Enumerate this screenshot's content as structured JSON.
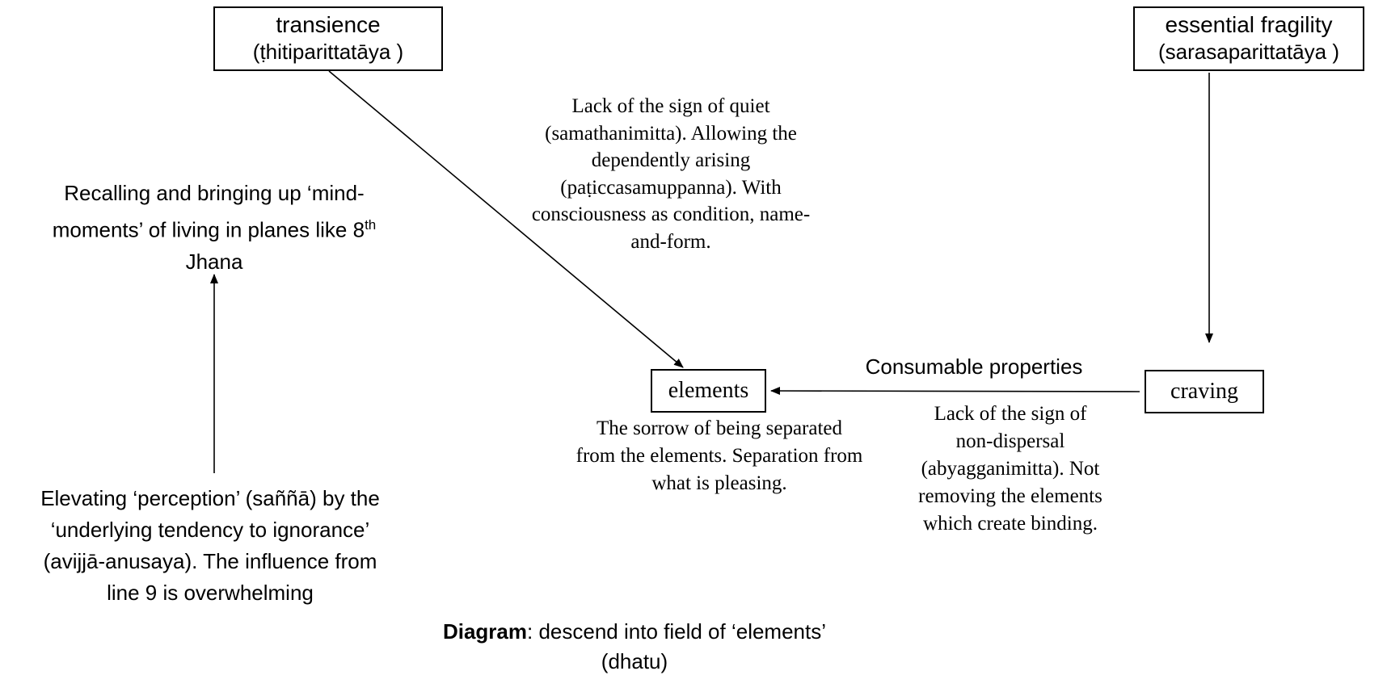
{
  "nodes": {
    "transience": {
      "title": "transience",
      "subtitle": "(ṭhitiparittatāya )"
    },
    "fragility": {
      "title": "essential fragility",
      "subtitle": "(sarasaparittatāya )"
    },
    "elements": {
      "title": "elements"
    },
    "craving": {
      "title": "craving"
    }
  },
  "annotations": {
    "recalling": {
      "line1": "Recalling and bringing up ‘mind-",
      "line2_pre": "moments’ of living in planes like 8",
      "line2_sup": "th",
      "line3": "Jhana"
    },
    "elevating": {
      "line1": "Elevating ‘perception’ (saññā) by the",
      "line2": "‘underlying tendency to ignorance’",
      "line3": "(avijjā-anusaya).  The influence from",
      "line4": "line 9 is overwhelming"
    },
    "quiet": {
      "line1": "Lack of the sign of quiet",
      "line2": "(samathanimitta). Allowing the",
      "line3": "dependently arising",
      "line4": "(paṭiccasamuppanna). With",
      "line5": "consciousness as condition, name-",
      "line6": "and-form."
    },
    "consumable": {
      "label": "Consumable properties"
    },
    "sorrow": {
      "line1": "The sorrow of being separated",
      "line2": "from the elements. Separation from",
      "line3": "what is pleasing."
    },
    "dispersal": {
      "line1": "Lack of  the sign of",
      "line2": "non-dispersal",
      "line3": "(abyagganimitta). Not",
      "line4": "removing the elements",
      "line5": "which create binding."
    }
  },
  "caption": {
    "bold": "Diagram",
    "rest": ": descend into field of ‘elements’",
    "line2": "(dhatu)"
  }
}
